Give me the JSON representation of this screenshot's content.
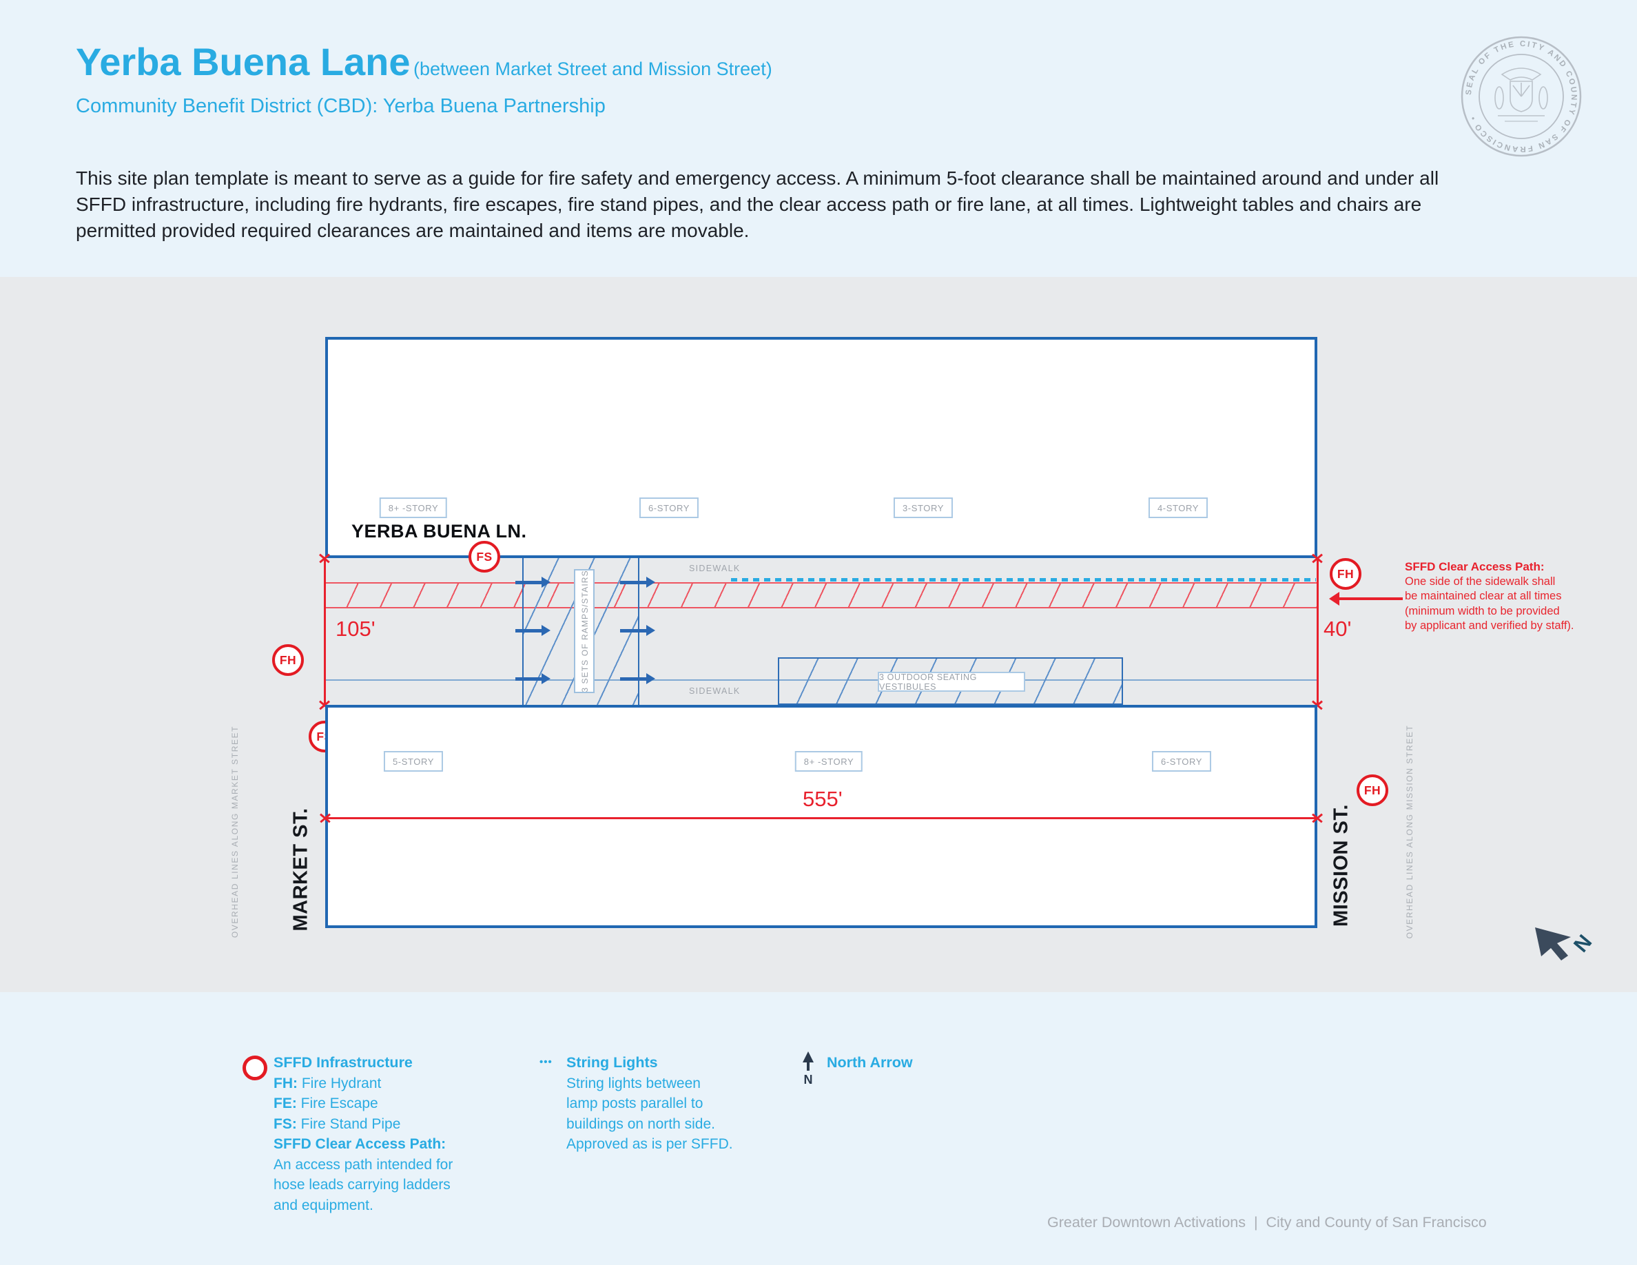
{
  "header": {
    "title": "Yerba Buena Lane",
    "title_note": "(between Market Street and Mission Street)",
    "subtitle": "Community Benefit District (CBD): Yerba Buena Partnership",
    "intro": "This site plan template is meant to serve as a guide for fire safety and emergency access. A minimum 5-foot clearance shall be maintained around and under all SFFD infrastructure, including fire hydrants, fire escapes, fire stand pipes, and the clear access path or fire lane, at all times. Lightweight tables and chairs are permitted provided required clearances are maintained and items are movable.",
    "seal_text": "SEAL OF THE CITY AND COUNTY OF SAN FRANCISCO •"
  },
  "site_plan": {
    "lane_name": "YERBA BUENA LN.",
    "north_stories": [
      "8+ -STORY",
      "6-STORY",
      "3-STORY",
      "4-STORY"
    ],
    "south_stories": [
      "5-STORY",
      "8+ -STORY",
      "6-STORY"
    ],
    "sidewalk": "SIDEWALK",
    "ramps": "3 SETS OF RAMPS/STAIRS",
    "vestibules": "3 OUTDOOR SEATING VESTIBULES",
    "dims": {
      "width": "105'",
      "clear": "40'",
      "length": "555'"
    },
    "markers": {
      "fh": "FH",
      "fs": "FS"
    },
    "streets": {
      "left": "MARKET ST.",
      "right": "MISSION ST."
    },
    "overhead_left": "OVERHEAD LINES ALONG MARKET STREET",
    "overhead_right": "OVERHEAD LINES ALONG MISSION STREET",
    "access_note": {
      "title": "SFFD Clear Access Path:",
      "lines": [
        "One side of the sidewalk shall",
        "be maintained clear at all times",
        "(minimum width to be provided",
        "by applicant and verified by staff)."
      ]
    },
    "compass": {
      "letter": "N"
    }
  },
  "legend": {
    "sffd": {
      "heading": "SFFD Infrastructure",
      "items": [
        {
          "abbr": "FH:",
          "label": "Fire Hydrant"
        },
        {
          "abbr": "FE:",
          "label": "Fire Escape"
        },
        {
          "abbr": "FS:",
          "label": "Fire Stand Pipe"
        }
      ],
      "path_heading": "SFFD Clear Access Path:",
      "path_lines": [
        "An access path intended for",
        "hose leads carrying ladders",
        "and equipment."
      ]
    },
    "lights": {
      "icon": "•••",
      "heading": "String Lights",
      "lines": [
        "String lights between",
        "lamp posts parallel to",
        "buildings on north side.",
        "Approved as is per SFFD."
      ]
    },
    "north": {
      "heading": "North Arrow",
      "icon_letter": "N"
    }
  },
  "footer": {
    "text": "Greater Downtown Activations  |  City and County of San Francisco"
  },
  "colors": {
    "accent_blue": "#29abe2",
    "plan_blue": "#2067b2",
    "alert_red": "#e8212d",
    "hatch_red": "#ee5561",
    "hatch_blue": "#5d90ca",
    "muted_gray": "#9ba1a9",
    "text_dark": "#1e2127"
  }
}
